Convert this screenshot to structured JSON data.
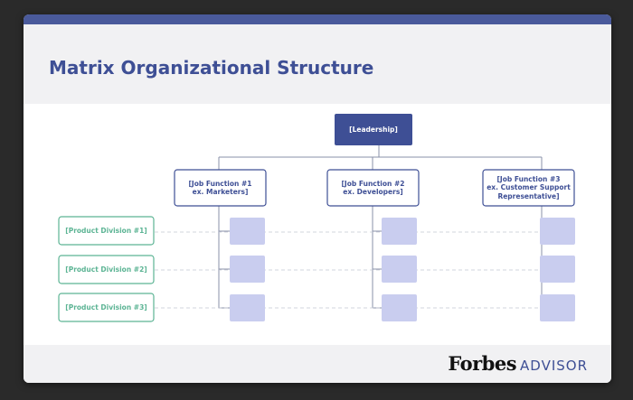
{
  "title": "Matrix Organizational Structure",
  "leadership": "[Leadership]",
  "job_functions": [
    "[Job Function #1\nex. Marketers]",
    "[Job Function #2\nex. Developers]",
    "[Job Function #3\nex. Customer Support\nRepresentative]"
  ],
  "product_divisions": [
    "[Product Division #1]",
    "[Product Division #2]",
    "[Product Division #3]"
  ],
  "logo": {
    "brand": "Forbes",
    "product": "ADVISOR"
  },
  "colors": {
    "accent": "#4a5a9b",
    "leadership_fill": "#3e4f95",
    "job_border": "#3e4f95",
    "division_border": "#5cb494",
    "cell_fill": "#c9cdef",
    "connector": "#8a90a8"
  }
}
